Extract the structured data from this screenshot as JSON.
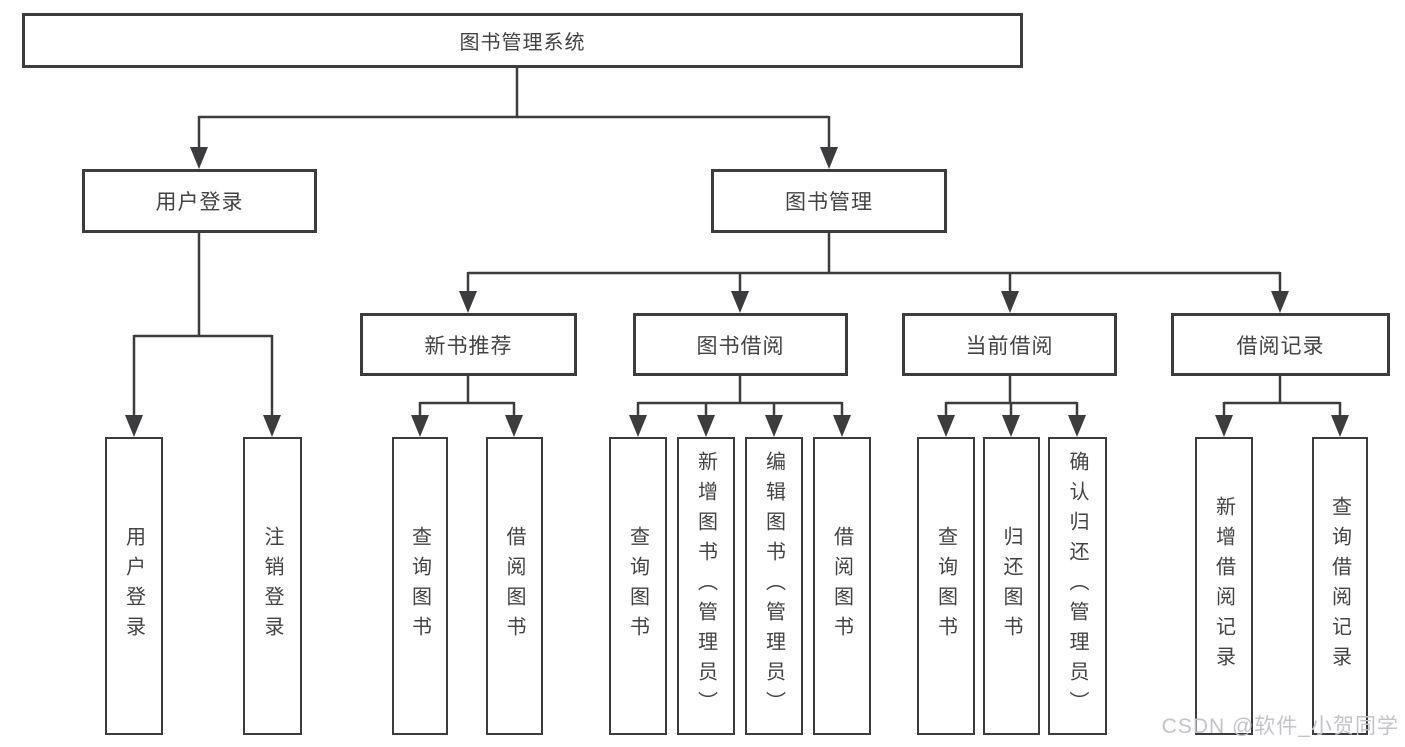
{
  "nodes": {
    "root": {
      "label": "图书管理系统"
    },
    "level2": [
      {
        "label": "用户登录"
      },
      {
        "label": "图书管理"
      }
    ],
    "level3": [
      {
        "label": "新书推荐",
        "parent": "图书管理"
      },
      {
        "label": "图书借阅",
        "parent": "图书管理"
      },
      {
        "label": "当前借阅",
        "parent": "图书管理"
      },
      {
        "label": "借阅记录",
        "parent": "图书管理"
      }
    ],
    "leaves": [
      {
        "label": "用户登录",
        "parent": "用户登录"
      },
      {
        "label": "注销登录",
        "parent": "用户登录"
      },
      {
        "label": "查询图书",
        "parent": "新书推荐"
      },
      {
        "label": "借阅图书",
        "parent": "新书推荐"
      },
      {
        "label": "查询图书",
        "parent": "图书借阅"
      },
      {
        "label": "新增图书（管理员）",
        "parent": "图书借阅"
      },
      {
        "label": "编辑图书（管理员）",
        "parent": "图书借阅"
      },
      {
        "label": "借阅图书",
        "parent": "图书借阅"
      },
      {
        "label": "查询图书",
        "parent": "当前借阅"
      },
      {
        "label": "归还图书",
        "parent": "当前借阅"
      },
      {
        "label": "确认归还（管理员）",
        "parent": "当前借阅"
      },
      {
        "label": "新增借阅记录",
        "parent": "借阅记录"
      },
      {
        "label": "查询借阅记录",
        "parent": "借阅记录"
      }
    ]
  },
  "watermark": {
    "text": "CSDN @软件_小贺同学"
  },
  "colors": {
    "line": "#3c3c3e",
    "text": "#434345",
    "watermark": "#c2c3cd",
    "background": "#ffffff"
  }
}
